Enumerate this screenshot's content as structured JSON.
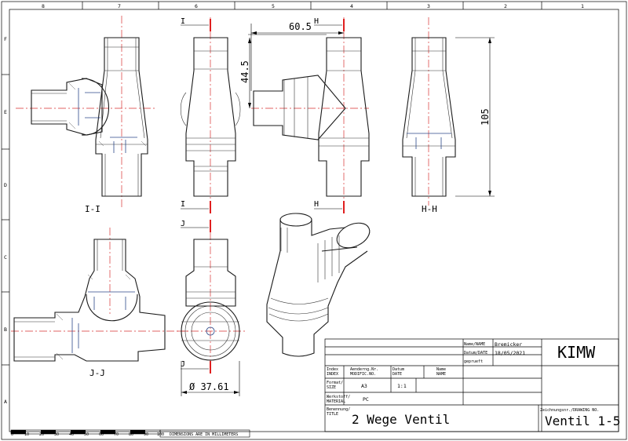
{
  "frame": {
    "columns": [
      "8",
      "7",
      "6",
      "5",
      "4",
      "3",
      "2",
      "1"
    ],
    "rows": [
      "F",
      "E",
      "D",
      "C",
      "B",
      "A"
    ]
  },
  "section_labels": {
    "ii": "I-I",
    "hh": "H-H",
    "jj": "J-J"
  },
  "cut_markers": {
    "i": "I",
    "h": "H",
    "j": "J"
  },
  "dimensions": {
    "width": "60.5",
    "height": "44.5",
    "total": "105",
    "diameter": "Ø 37.61"
  },
  "scale_bar": {
    "ticks": [
      "0",
      "10",
      "20",
      "30",
      "40",
      "50",
      "60",
      "70",
      "80",
      "90",
      "100"
    ],
    "note": "DIMENSIONS ARE IN MILLIMETERS"
  },
  "title_block": {
    "name_label": "Name/NAME",
    "name_value": "Bremicker",
    "date_label": "Datum/DATE",
    "date_value": "18/05/2021",
    "checked_label": "geprueft",
    "company": "KIMW",
    "index_label": "Index\nINDEX",
    "modification_label": "Aenderng.Nr.\nMODIFIC.NO.",
    "date2_label": "Datum\nDATE",
    "name2_label": "Name\nNAME",
    "format_label": "Format/\nSIZE",
    "format_value": "A3",
    "scale_value": "1:1",
    "material_label": "Werkstoff/\nMATERIAL",
    "material_value": "PC",
    "title_label": "Benennung/\nTITLE",
    "title_value": "2 Wege Ventil",
    "drawing_no_label": "Zeichnungsnr./DRAWING NO.",
    "drawing_no_value": "Ventil 1-5"
  }
}
